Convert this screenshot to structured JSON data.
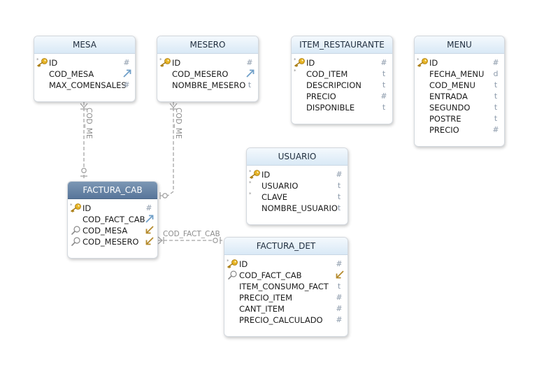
{
  "entities": {
    "mesa": {
      "title": "MESA",
      "rows": [
        {
          "name": "ID",
          "mark": "pk",
          "type": "#"
        },
        {
          "name": "COD_MESA",
          "mark": "",
          "type": "fk-out"
        },
        {
          "name": "MAX_COMENSALES",
          "mark": "",
          "type": "#"
        }
      ]
    },
    "mesero": {
      "title": "MESERO",
      "rows": [
        {
          "name": "ID",
          "mark": "pk",
          "type": "#"
        },
        {
          "name": "COD_MESERO",
          "mark": "",
          "type": "fk-out"
        },
        {
          "name": "NOMBRE_MESERO",
          "mark": "",
          "type": "t"
        }
      ]
    },
    "item_restaurante": {
      "title": "ITEM_RESTAURANTE",
      "rows": [
        {
          "name": "ID",
          "mark": "pk",
          "type": "#"
        },
        {
          "name": "COD_ITEM",
          "mark": "req",
          "type": "t"
        },
        {
          "name": "DESCRIPCION",
          "mark": "",
          "type": "t"
        },
        {
          "name": "PRECIO",
          "mark": "",
          "type": "#"
        },
        {
          "name": "DISPONIBLE",
          "mark": "",
          "type": "t"
        }
      ]
    },
    "menu": {
      "title": "MENU",
      "rows": [
        {
          "name": "ID",
          "mark": "pk",
          "type": "#"
        },
        {
          "name": "FECHA_MENU",
          "mark": "",
          "type": "d"
        },
        {
          "name": "COD_MENU",
          "mark": "",
          "type": "t"
        },
        {
          "name": "ENTRADA",
          "mark": "",
          "type": "t"
        },
        {
          "name": "SEGUNDO",
          "mark": "",
          "type": "t"
        },
        {
          "name": "POSTRE",
          "mark": "",
          "type": "t"
        },
        {
          "name": "PRECIO",
          "mark": "",
          "type": "#"
        }
      ]
    },
    "usuario": {
      "title": "USUARIO",
      "rows": [
        {
          "name": "ID",
          "mark": "pk",
          "type": "#"
        },
        {
          "name": "USUARIO",
          "mark": "req",
          "type": "t"
        },
        {
          "name": "CLAVE",
          "mark": "req",
          "type": "t"
        },
        {
          "name": "NOMBRE_USUARIO",
          "mark": "",
          "type": "t"
        }
      ]
    },
    "factura_cab": {
      "title": "FACTURA_CAB",
      "rows": [
        {
          "name": "ID",
          "mark": "pk",
          "type": "#"
        },
        {
          "name": "COD_FACT_CAB",
          "mark": "",
          "type": "fk-out"
        },
        {
          "name": "COD_MESA",
          "mark": "fk",
          "type": "fk-in"
        },
        {
          "name": "COD_MESERO",
          "mark": "fk",
          "type": "fk-in"
        }
      ]
    },
    "factura_det": {
      "title": "FACTURA_DET",
      "rows": [
        {
          "name": "ID",
          "mark": "pk",
          "type": "#"
        },
        {
          "name": "COD_FACT_CAB",
          "mark": "fk",
          "type": "fk-in"
        },
        {
          "name": "ITEM_CONSUMO_FACT",
          "mark": "",
          "type": "t"
        },
        {
          "name": "PRECIO_ITEM",
          "mark": "",
          "type": "#"
        },
        {
          "name": "CANT_ITEM",
          "mark": "",
          "type": "#"
        },
        {
          "name": "PRECIO_CALCULADO",
          "mark": "",
          "type": "#"
        }
      ]
    }
  },
  "relationships": [
    {
      "label": "COD_ME",
      "from": "mesa",
      "to": "factura_cab"
    },
    {
      "label": "COD_ME",
      "from": "mesero",
      "to": "factura_cab"
    },
    {
      "label": "COD_FACT_CAB",
      "from": "factura_cab",
      "to": "factura_det"
    }
  ],
  "selected_entity": "factura_cab",
  "colors": {
    "header_top": "#f4f9fd",
    "header_bottom": "#d9e9f6",
    "selected_header": "#58769a",
    "key_gold": "#d9a21b",
    "fk_out_arrow": "#6f9fc8",
    "fk_in_arrow": "#b48a2a",
    "type_gray": "#8c9aab",
    "connector": "#a5a5a5"
  }
}
